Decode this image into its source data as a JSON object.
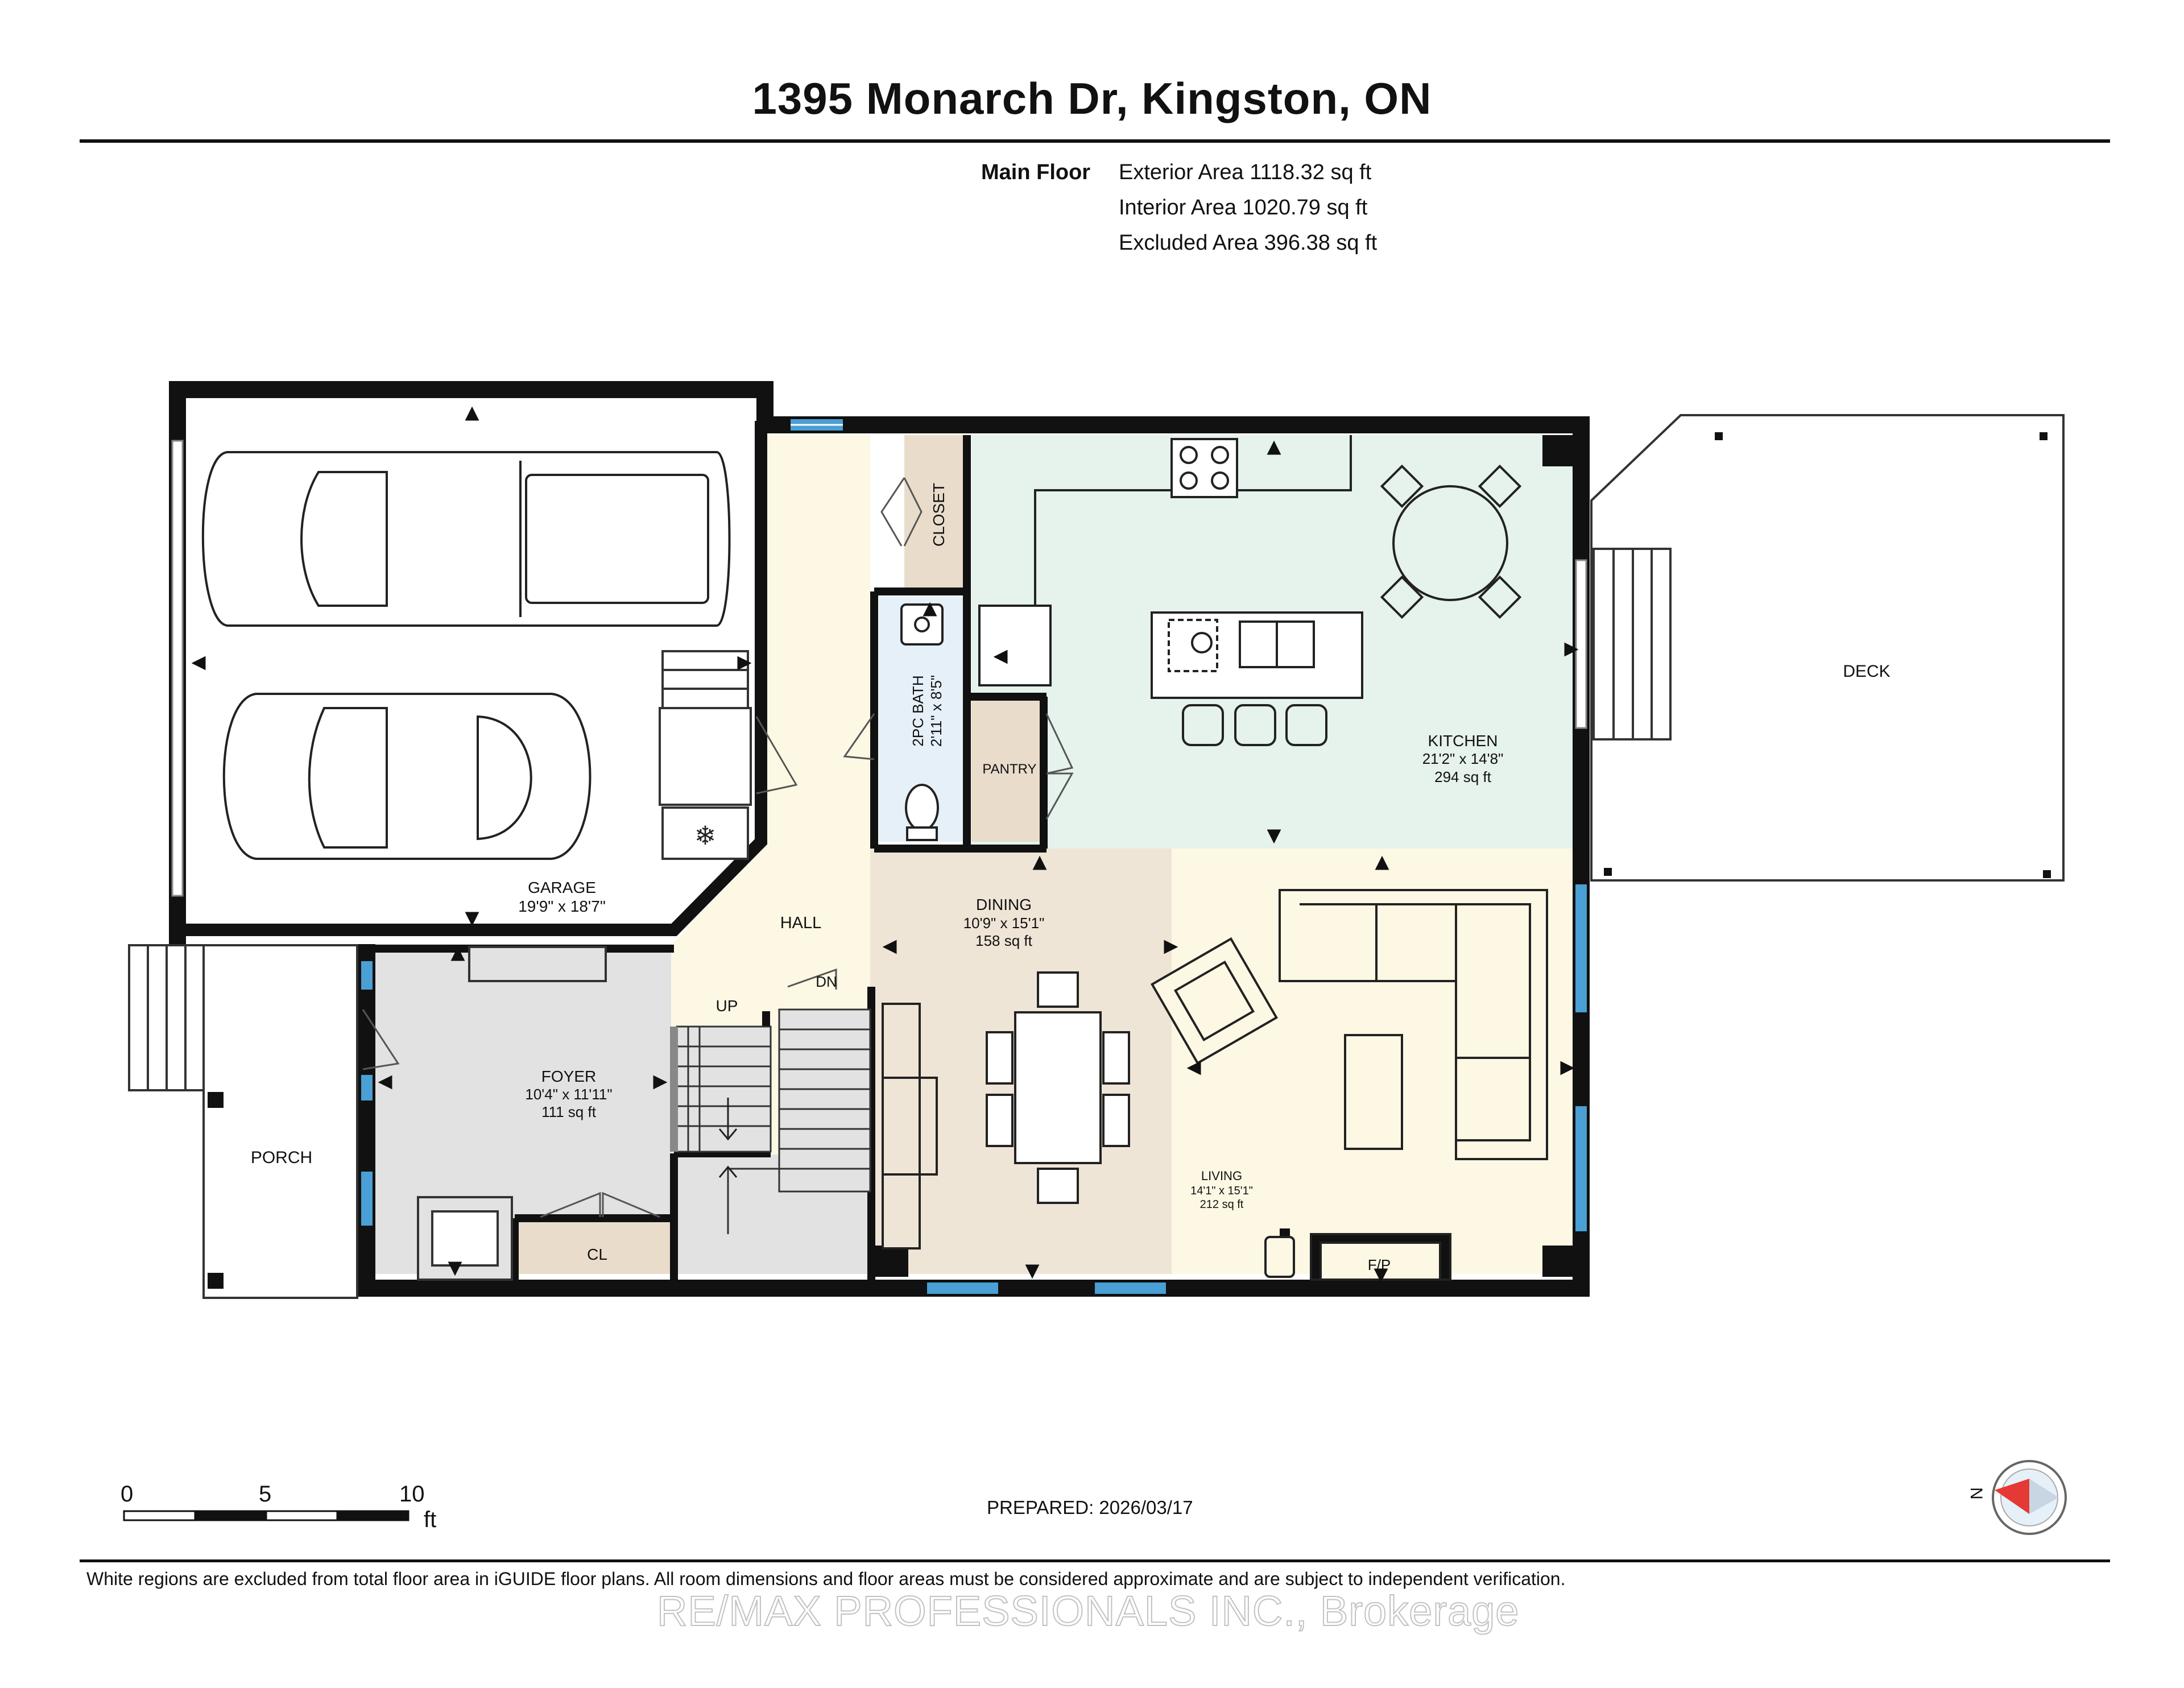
{
  "title": "1395 Monarch Dr, Kingston, ON",
  "floor": {
    "label": "Main Floor",
    "exterior": "Exterior Area 1118.32 sq ft",
    "interior": "Interior Area 1020.79 sq ft",
    "excluded": "Excluded Area 396.38 sq ft"
  },
  "rooms": {
    "garage": {
      "name": "GARAGE",
      "dims": "19'9\" x 18'7\""
    },
    "hall": {
      "name": "HALL"
    },
    "closet": {
      "name": "CLOSET"
    },
    "bath": {
      "name": "2PC BATH",
      "dims": "2'11\" x 8'5\""
    },
    "pantry": {
      "name": "PANTRY"
    },
    "kitchen": {
      "name": "KITCHEN",
      "dims": "21'2\" x 14'8\"",
      "area": "294 sq ft"
    },
    "deck": {
      "name": "DECK"
    },
    "dining": {
      "name": "DINING",
      "dims": "10'9\" x 15'1\"",
      "area": "158 sq ft"
    },
    "foyer": {
      "name": "FOYER",
      "dims": "10'4\" x 11'11\"",
      "area": "111 sq ft"
    },
    "porch": {
      "name": "PORCH"
    },
    "living": {
      "name": "LIVING",
      "dims": "14'1\" x 15'1\"",
      "area": "212 sq ft"
    },
    "cl": {
      "name": "CL"
    },
    "fp": {
      "name": "F/P"
    },
    "up": {
      "name": "UP"
    },
    "dn": {
      "name": "DN"
    }
  },
  "colors": {
    "wall": "#111111",
    "window": "#4a9fd4",
    "kitchen": "#e6f2ec",
    "hall": "#fdf8e4",
    "dining": "#efe5d6",
    "foyer": "#e2e2e2",
    "closet": "#e9dccb",
    "bath": "#e6f0f8",
    "compass": "#e53935"
  },
  "scale": {
    "labels": [
      "0",
      "5",
      "10"
    ],
    "unit": "ft"
  },
  "compass": {
    "label": "N"
  },
  "prepared": "PREPARED: 2026/03/17",
  "disclaimer": "White regions are excluded from total floor area in iGUIDE floor plans. All room dimensions and floor areas must be considered approximate and are subject to independent verification.",
  "watermark": "RE/MAX PROFESSIONALS INC., Brokerage"
}
